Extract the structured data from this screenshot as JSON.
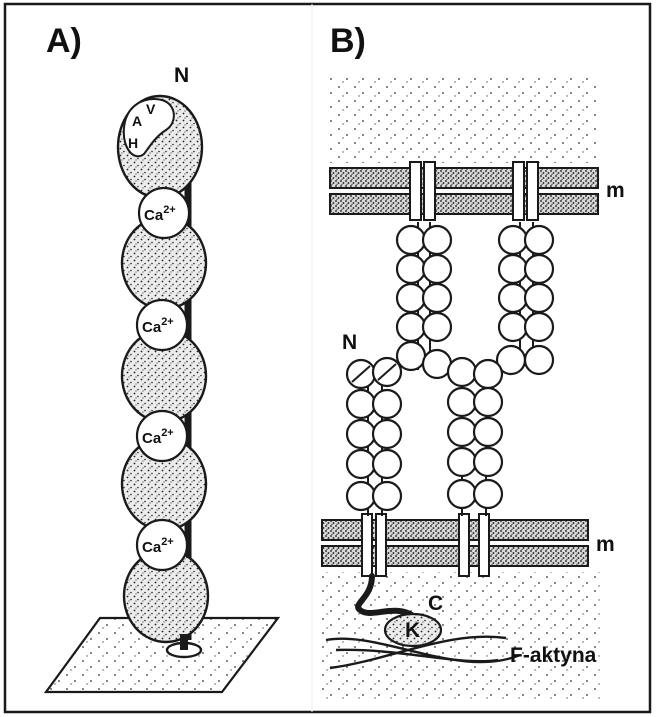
{
  "panel_a": {
    "label": "A)",
    "n_terminus": "N",
    "binding_site": {
      "h": "H",
      "a": "A",
      "v": "V"
    },
    "calcium_sites": [
      "Ca",
      "Ca",
      "Ca",
      "Ca"
    ],
    "calcium_charge": "2+"
  },
  "panel_b": {
    "label": "B)",
    "n_terminus": "N",
    "c_terminus": "C",
    "membrane_labels": [
      "m",
      "m"
    ],
    "kinase": "K",
    "actin": "F-aktyna"
  }
}
